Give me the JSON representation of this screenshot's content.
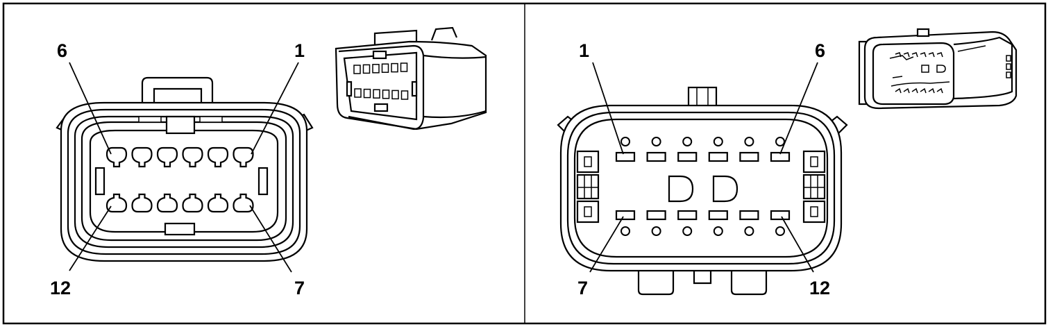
{
  "left_panel": {
    "labels": {
      "top_left": "6",
      "top_right": "1",
      "bottom_left": "12",
      "bottom_right": "7"
    }
  },
  "right_panel": {
    "labels": {
      "top_left": "1",
      "top_right": "6",
      "bottom_left": "7",
      "bottom_right": "12"
    }
  }
}
